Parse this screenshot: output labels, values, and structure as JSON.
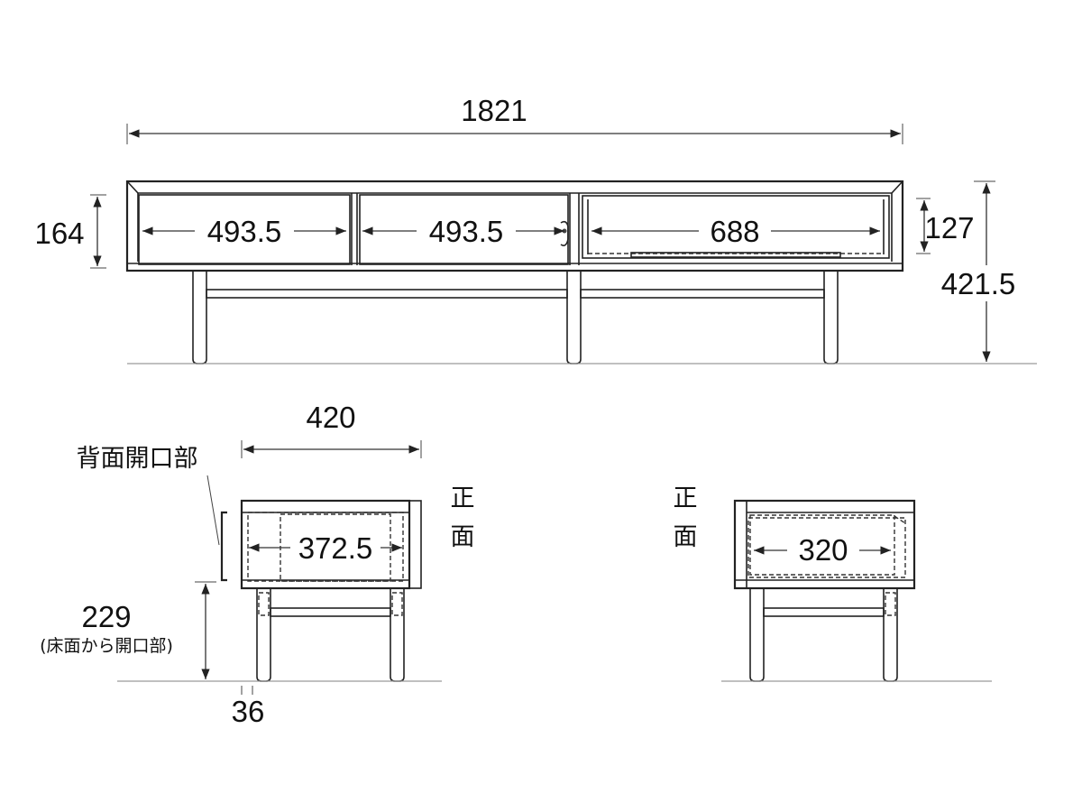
{
  "front_view": {
    "overall_width": "1821",
    "drawer_left_width": "493.5",
    "drawer_center_width": "493.5",
    "drawer_right_width": "688",
    "drawer_height": "164",
    "open_compartment_height": "127",
    "overall_height": "421.5"
  },
  "left_side_view": {
    "depth": "420",
    "rear_opening_label": "背面開口部",
    "inner_width": "372.5",
    "front_label": "正\n面",
    "front_char_1": "正",
    "front_char_2": "面",
    "opening_height": "229",
    "opening_height_note": "(床面から開口部)",
    "leg_thickness": "36"
  },
  "right_side_view": {
    "front_char_1": "正",
    "front_char_2": "面",
    "inner_width": "320"
  }
}
